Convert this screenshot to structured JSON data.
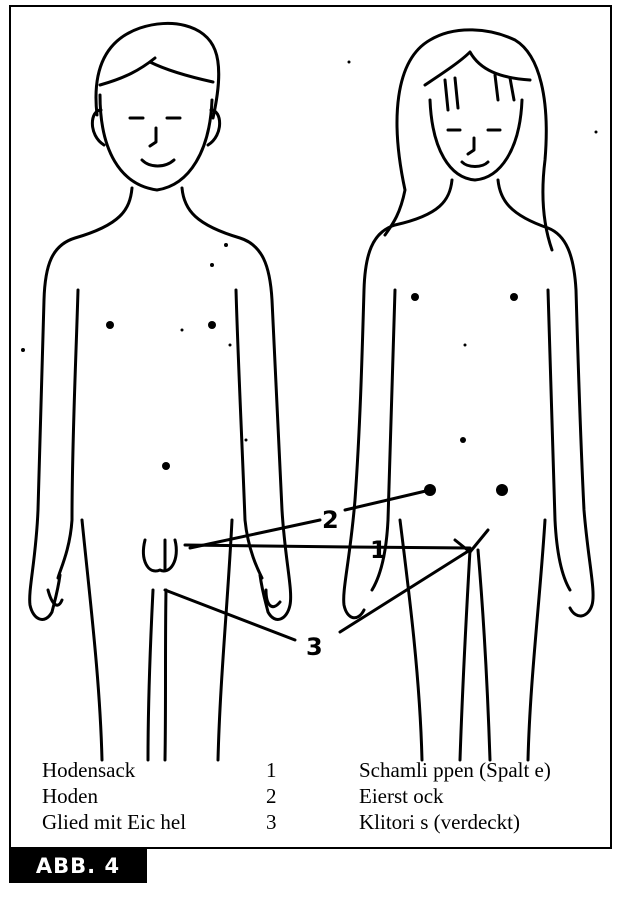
{
  "figure_label": "ABB. 4",
  "diagram_numbers": [
    "1",
    "2",
    "3"
  ],
  "legend": [
    {
      "male": "Hodensack",
      "number": "1",
      "female": "Schamli ppen (Spalt e)"
    },
    {
      "male": "Hoden",
      "number": "2",
      "female": "Eierst ock"
    },
    {
      "male": "Glied mit Eic hel",
      "number": "3",
      "female": "Klitori s (verdeckt)"
    }
  ]
}
